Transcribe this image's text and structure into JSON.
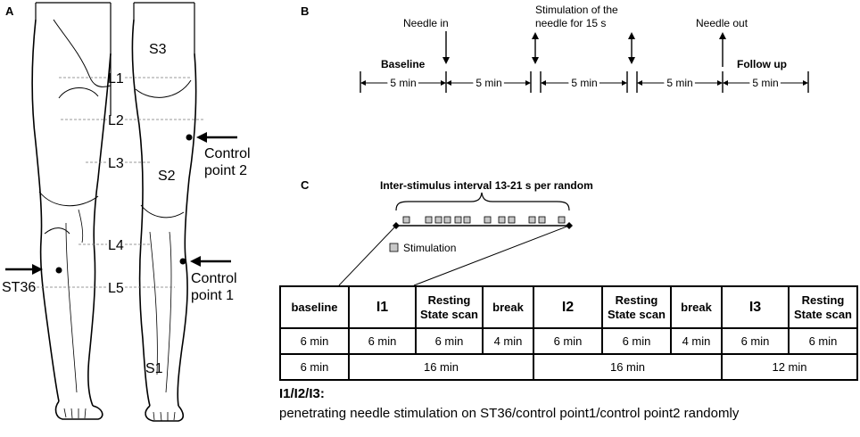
{
  "panels": {
    "a": "A",
    "b": "B",
    "c": "C"
  },
  "panel_a": {
    "levels": [
      "L1",
      "L2",
      "L3",
      "L4",
      "L5"
    ],
    "dermatomes": [
      "S3",
      "S2",
      "S1"
    ],
    "acupoint": "ST36",
    "control_point_2": [
      "Control",
      "point 2"
    ],
    "control_point_1": [
      "Control",
      "point 1"
    ]
  },
  "panel_b": {
    "events": {
      "needle_in": "Needle in",
      "stimulation": [
        "Stimulation of the",
        "needle for 15 s"
      ],
      "needle_out": "Needle out"
    },
    "phases": {
      "baseline": "Baseline",
      "follow_up": "Follow up"
    },
    "segments": [
      "5 min",
      "5 min",
      "5 min",
      "5 min",
      "5 min"
    ]
  },
  "panel_c": {
    "isi_label": "Inter-stimulus interval 13-21 s per random",
    "legend": "Stimulation",
    "table": {
      "row1": [
        "baseline",
        "I1",
        "Resting State scan",
        "break",
        "I2",
        "Resting State scan",
        "break",
        "I3",
        "Resting State scan"
      ],
      "row2": [
        "6 min",
        "6 min",
        "6 min",
        "4 min",
        "6 min",
        "6 min",
        "4 min",
        "6 min",
        "6 min"
      ],
      "row3": [
        "6 min",
        "16 min",
        "16 min",
        "12 min"
      ]
    },
    "caption_head": "I1/I2/I3:",
    "caption_body": "penetrating needle stimulation on ST36/control point1/control point2 randomly"
  }
}
